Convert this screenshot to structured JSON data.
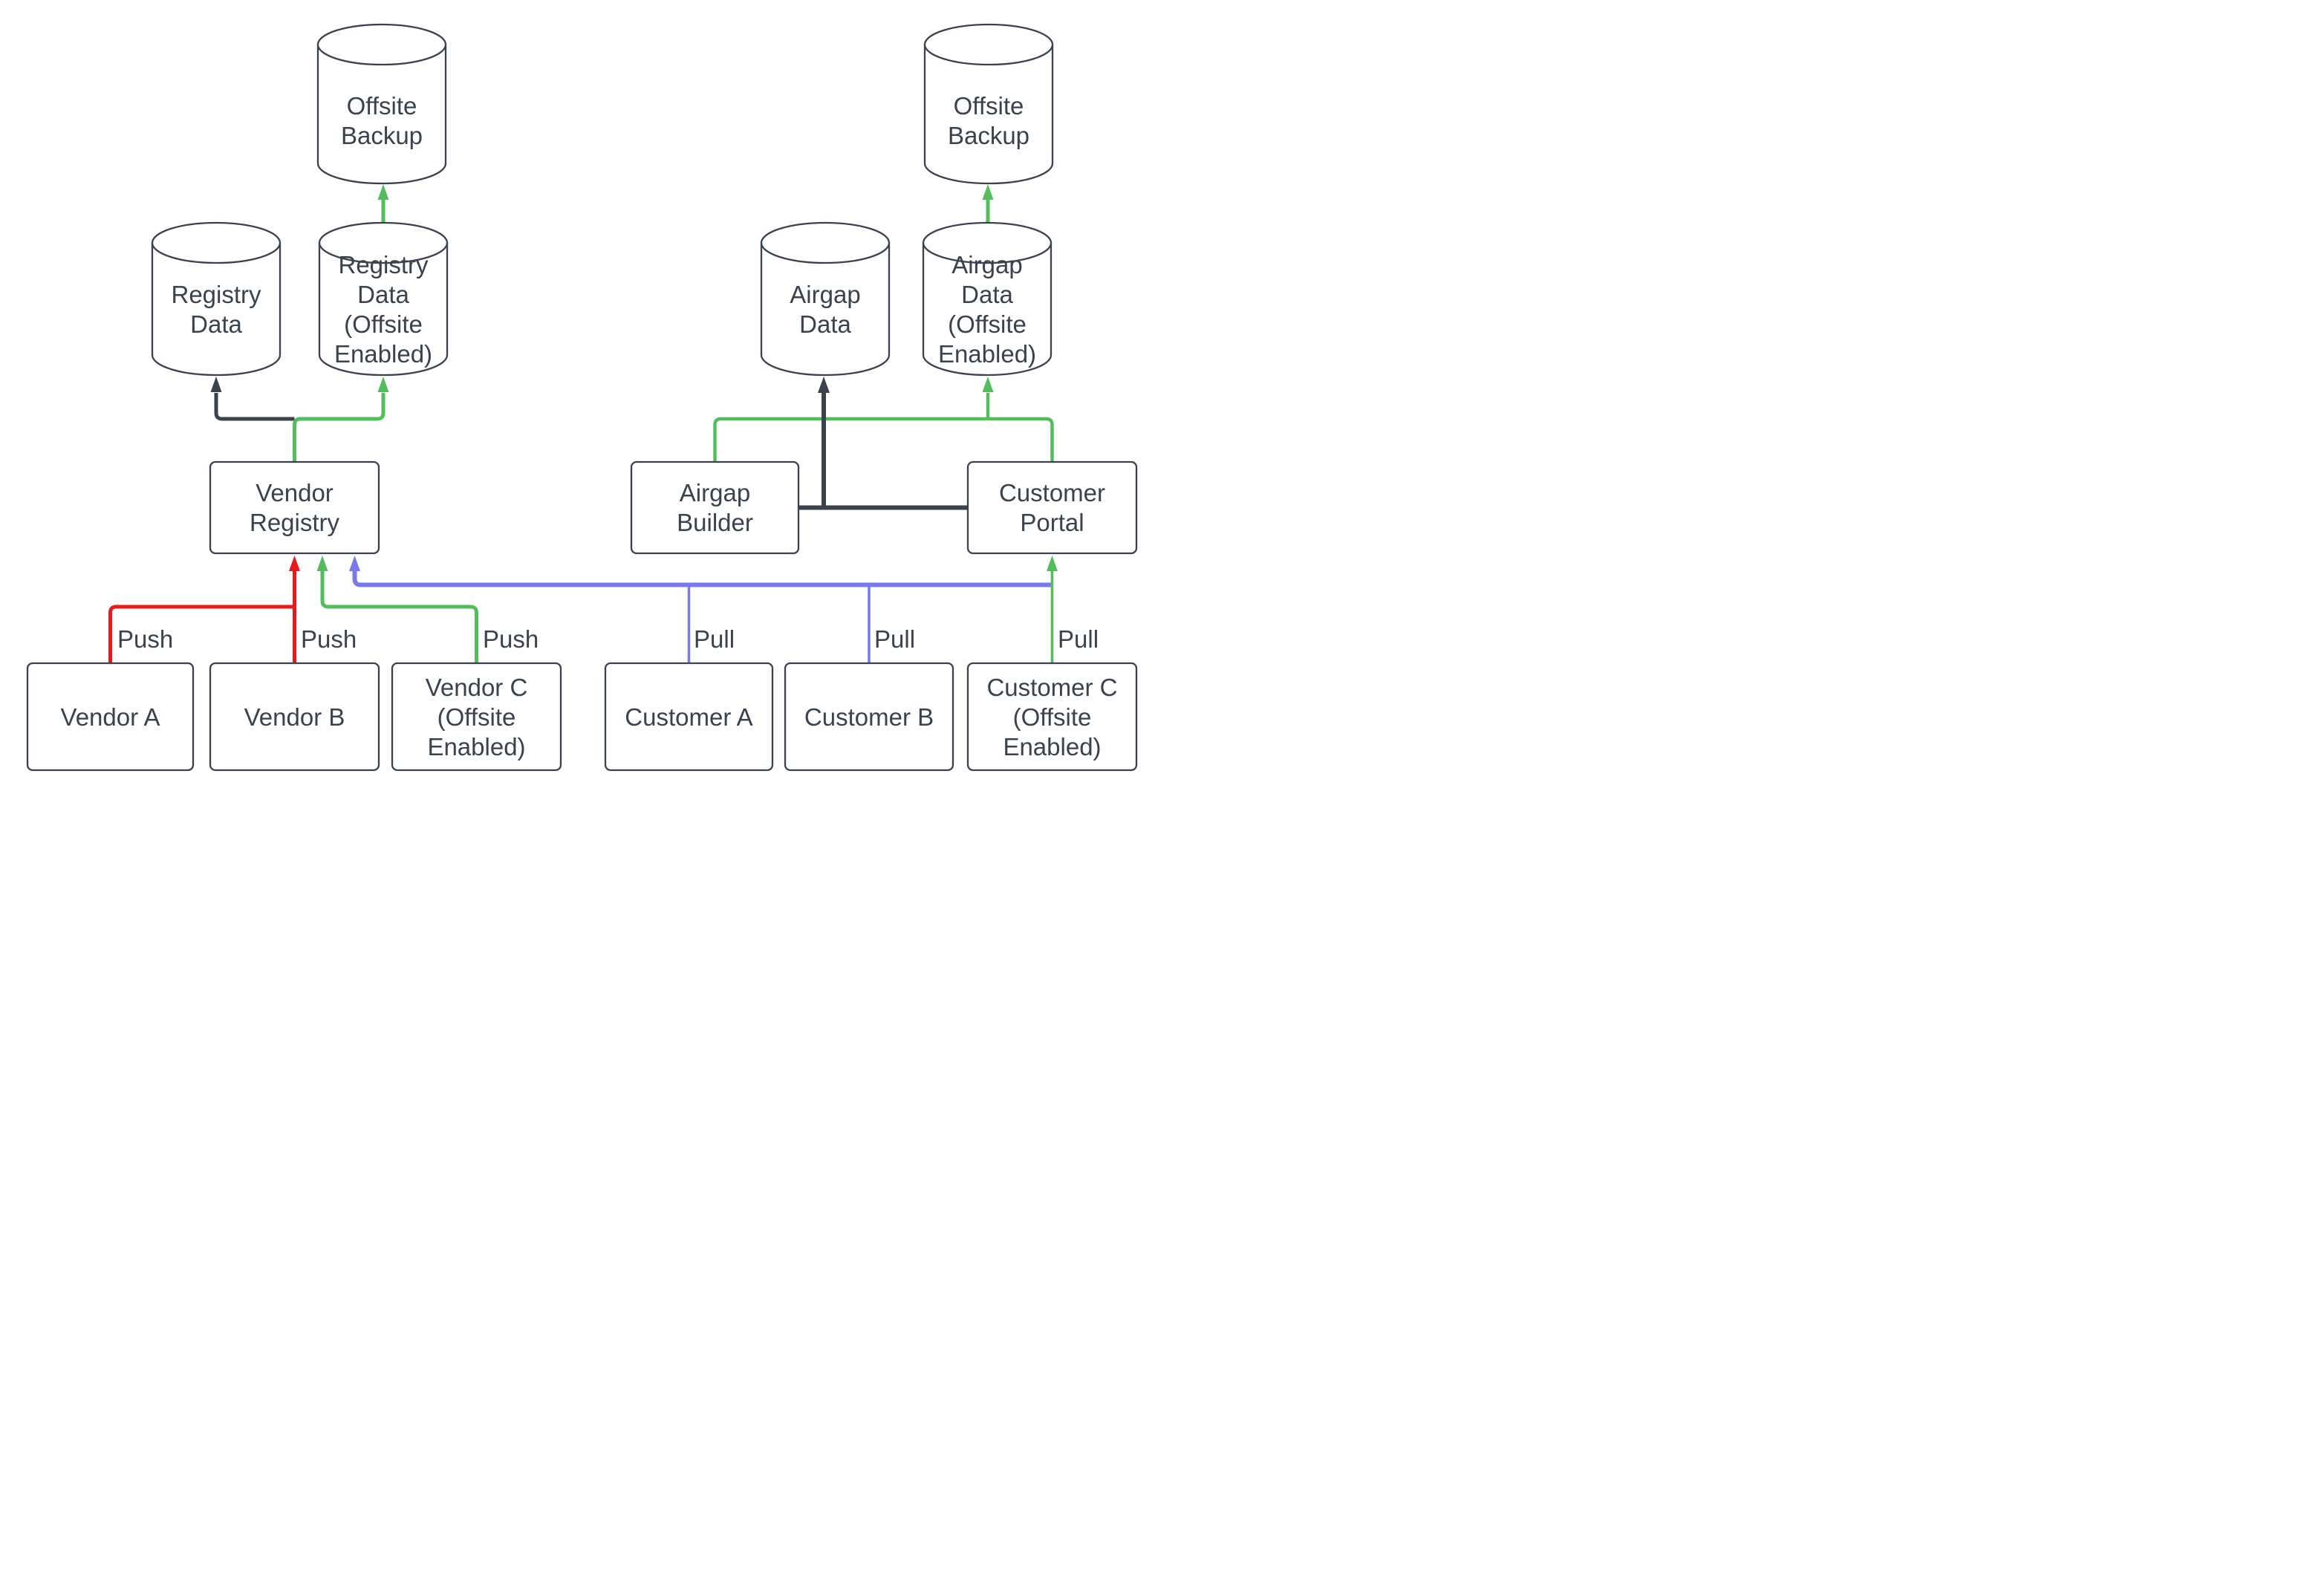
{
  "diagram": {
    "colors": {
      "dark": "#3A424D",
      "red": "#E61B1B",
      "green": "#53BD5E",
      "blue": "#7879EB",
      "shape_fill": "#FFFFFF"
    },
    "nodes": {
      "offsite_backup_left": {
        "shape": "cylinder",
        "lines": [
          "Offsite",
          "Backup"
        ]
      },
      "registry_data": {
        "shape": "cylinder",
        "lines": [
          "Registry",
          "Data"
        ]
      },
      "registry_data_offsite": {
        "shape": "cylinder",
        "lines": [
          "Registry",
          "Data",
          "(Offsite",
          "Enabled)"
        ]
      },
      "vendor_registry": {
        "shape": "rect",
        "lines": [
          "Vendor",
          "Registry"
        ]
      },
      "vendor_a": {
        "shape": "rect",
        "lines": [
          "Vendor A"
        ]
      },
      "vendor_b": {
        "shape": "rect",
        "lines": [
          "Vendor B"
        ]
      },
      "vendor_c": {
        "shape": "rect",
        "lines": [
          "Vendor C",
          "(Offsite",
          "Enabled)"
        ]
      },
      "airgap_data": {
        "shape": "cylinder",
        "lines": [
          "Airgap",
          "Data"
        ]
      },
      "airgap_data_offsite": {
        "shape": "cylinder",
        "lines": [
          "Airgap",
          "Data",
          "(Offsite",
          "Enabled)"
        ]
      },
      "offsite_backup_right": {
        "shape": "cylinder",
        "lines": [
          "Offsite",
          "Backup"
        ]
      },
      "airgap_builder": {
        "shape": "rect",
        "lines": [
          "Airgap",
          "Builder"
        ]
      },
      "customer_portal": {
        "shape": "rect",
        "lines": [
          "Customer",
          "Portal"
        ]
      },
      "customer_a": {
        "shape": "rect",
        "lines": [
          "Customer A"
        ]
      },
      "customer_b": {
        "shape": "rect",
        "lines": [
          "Customer B"
        ]
      },
      "customer_c": {
        "shape": "rect",
        "lines": [
          "Customer C",
          "(Offsite",
          "Enabled)"
        ]
      }
    },
    "edge_labels": {
      "push_vendor_a": "Push",
      "push_vendor_b": "Push",
      "push_vendor_c": "Push",
      "pull_customer_a": "Pull",
      "pull_customer_b": "Pull",
      "pull_customer_c": "Pull"
    }
  }
}
